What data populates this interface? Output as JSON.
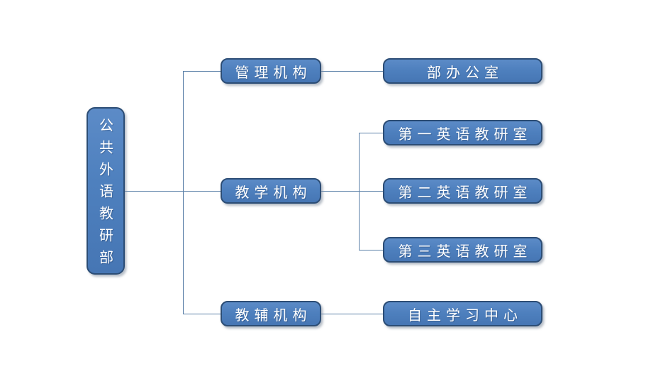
{
  "diagram": {
    "title": "org-structure-chart",
    "root": {
      "label": "公共外语教研部"
    },
    "branches": [
      {
        "label": "管理机构",
        "children": [
          {
            "label": "部办公室"
          }
        ]
      },
      {
        "label": "教学机构",
        "children": [
          {
            "label": "第一英语教研室"
          },
          {
            "label": "第二英语教研室"
          },
          {
            "label": "第三英语教研室"
          }
        ]
      },
      {
        "label": "教辅机构",
        "children": [
          {
            "label": "自主学习中心"
          }
        ]
      }
    ],
    "colors": {
      "box_fill": "#4E80BE",
      "box_border": "#2C4D75",
      "connector": "#5B80A8",
      "text": "#FFFFFF",
      "background": "#FFFFFF"
    }
  }
}
